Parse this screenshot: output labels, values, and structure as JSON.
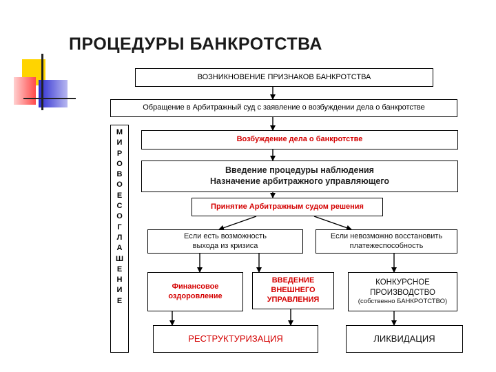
{
  "title": "ПРОЦЕДУРЫ БАНКРОТСТВА",
  "boxes": {
    "signs": "ВОЗНИКНОВЕНИЕ ПРИЗНАКОВ БАНКРОТСТВА",
    "appeal": "Обращение в Арбитражный суд с заявление о возбуждении дела о банкротстве",
    "initiation": "Возбуждение дела о банкротстве",
    "observation_line1": "Введение процедуры наблюдения",
    "observation_line2": "Назначение арбитражного управляющего",
    "decision": "Принятие Арбитражным судом решения",
    "possible_line1": "Если есть возможность",
    "possible_line2": "выхода из кризиса",
    "impossible_line1": "Если невозможно восстановить",
    "impossible_line2": "платежеспособность",
    "financial_line1": "Финансовое",
    "financial_line2": "оздоровление",
    "external_line1": "ВВЕДЕНИЕ",
    "external_line2": "ВНЕШНЕГО",
    "external_line3": "УПРАВЛЕНИЯ",
    "competitive_line1": "КОНКУРСНОЕ",
    "competitive_line2": "ПРОИЗВОДСТВО",
    "competitive_note": "(собственно БАНКРОТСТВО)",
    "restructuring": "РЕСТРУКТУРИЗАЦИЯ",
    "liquidation": "ЛИКВИДАЦИЯ"
  },
  "side_letters": [
    "М",
    "И",
    "Р",
    "О",
    "В",
    "О",
    "Е",
    "С",
    "О",
    "Г",
    "Л",
    "А",
    "Ш",
    "Е",
    "Н",
    "И",
    "Е"
  ],
  "colors": {
    "accent_red": "#d40000",
    "deco_yellow": "#ffd400",
    "deco_red": "#ff5a5a",
    "deco_blue": "#3b3bd6"
  }
}
